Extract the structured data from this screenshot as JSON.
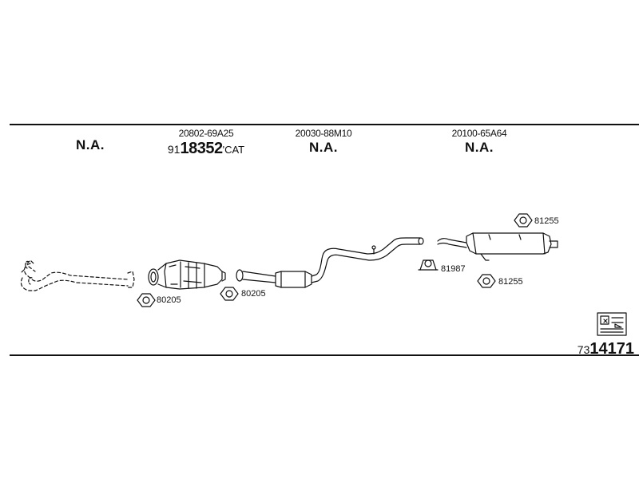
{
  "columns": [
    {
      "part_number": "",
      "label": "N.A."
    },
    {
      "part_number": "20802-69A25",
      "catalog_prefix": "91",
      "catalog_main": "18352",
      "catalog_suffix": "CAT"
    },
    {
      "part_number": "20030-88M10",
      "label": "N.A."
    },
    {
      "part_number": "20100-65A64",
      "label": "N.A."
    }
  ],
  "refs": {
    "gasket_cat_front": "80205",
    "gasket_cat_rear": "80205",
    "hanger_rubber": "81987",
    "gasket_rear_top": "81255",
    "gasket_rear_bottom": "81255"
  },
  "document": {
    "prefix": "73",
    "number": "14171"
  }
}
